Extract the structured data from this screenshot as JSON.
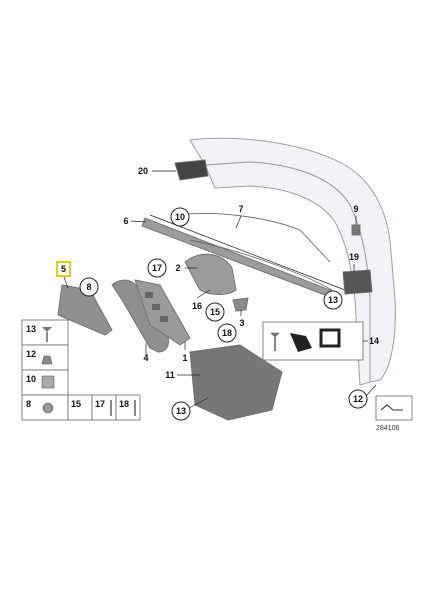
{
  "diagram": {
    "drawing_number": "284106",
    "highlight_color": "#e6c200",
    "part_color": "#8c8c8c",
    "callouts": [
      {
        "id": "c20",
        "label": "20"
      },
      {
        "id": "c6",
        "label": "6"
      },
      {
        "id": "c10",
        "label": "10"
      },
      {
        "id": "c7",
        "label": "7"
      },
      {
        "id": "c9",
        "label": "9"
      },
      {
        "id": "c5",
        "label": "5"
      },
      {
        "id": "c8",
        "label": "8"
      },
      {
        "id": "c17",
        "label": "17"
      },
      {
        "id": "c2",
        "label": "2"
      },
      {
        "id": "c19",
        "label": "19"
      },
      {
        "id": "c16",
        "label": "16"
      },
      {
        "id": "c15",
        "label": "15"
      },
      {
        "id": "c13",
        "label": "13"
      },
      {
        "id": "c3",
        "label": "3"
      },
      {
        "id": "c18",
        "label": "18"
      },
      {
        "id": "c14",
        "label": "14"
      },
      {
        "id": "c4",
        "label": "4"
      },
      {
        "id": "c1",
        "label": "1"
      },
      {
        "id": "c11",
        "label": "11"
      },
      {
        "id": "c13b",
        "label": "13"
      },
      {
        "id": "c12",
        "label": "12"
      }
    ],
    "small_parts": [
      {
        "label": "13"
      },
      {
        "label": "12"
      },
      {
        "label": "10"
      },
      {
        "label": "8"
      },
      {
        "label": "15"
      },
      {
        "label": "17"
      },
      {
        "label": "18"
      }
    ]
  }
}
